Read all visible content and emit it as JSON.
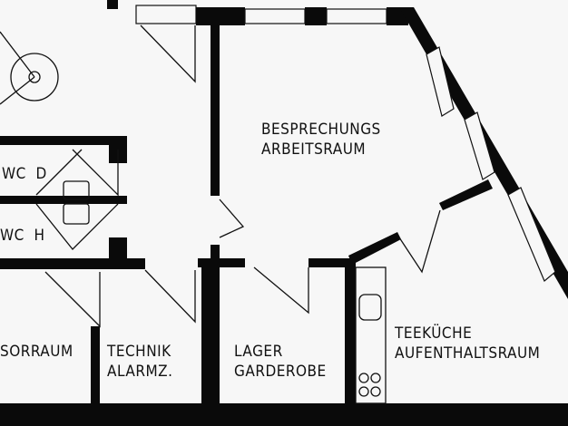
{
  "rooms": {
    "meeting": {
      "line1": "BESPRECHUNGS",
      "line2": "ARBEITSRAUM"
    },
    "wc_women": {
      "label": "WC  D"
    },
    "wc_men": {
      "label": "WC  H"
    },
    "partial_room": {
      "label": "SORRAUM"
    },
    "technik": {
      "line1": "TECHNIK",
      "line2": "ALARMZ."
    },
    "lager": {
      "line1": "LAGER",
      "line2": "GARDEROBE"
    },
    "kitchen": {
      "line1": "TEEKÜCHE",
      "line2": "AUFENTHALTSRAUM"
    }
  }
}
